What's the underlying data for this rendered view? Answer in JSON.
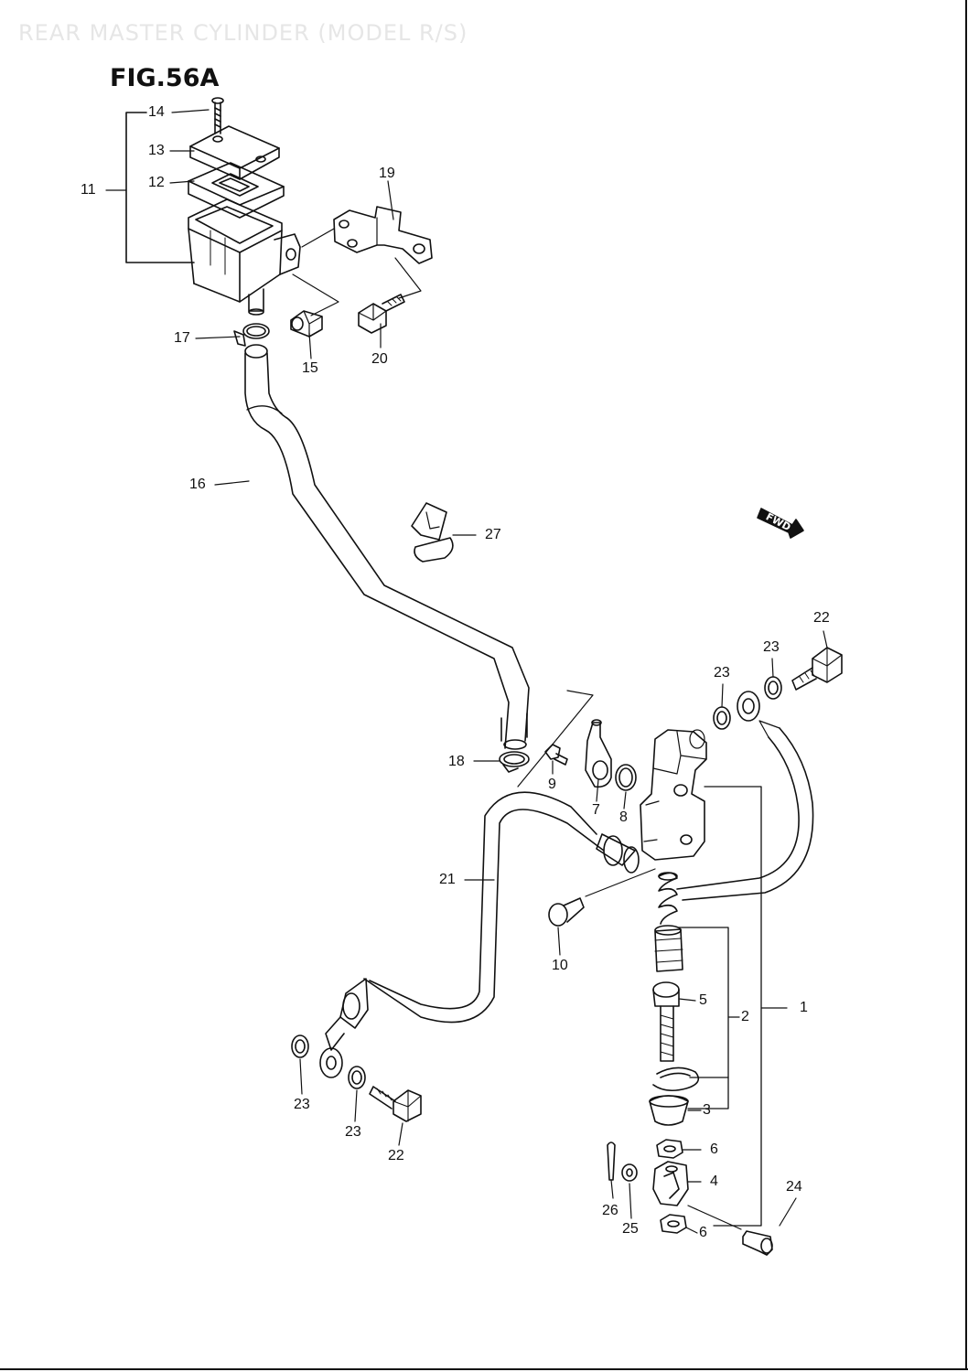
{
  "header": {
    "faded_title": "REAR MASTER CYLINDER (MODEL R/S)",
    "figure_label": "FIG.56A"
  },
  "orientation": {
    "fwd_label": "FWD"
  },
  "callouts": {
    "c1": "1",
    "c2": "2",
    "c3": "3",
    "c4": "4",
    "c5": "5",
    "c6a": "6",
    "c6b": "6",
    "c7": "7",
    "c8": "8",
    "c9": "9",
    "c10": "10",
    "c11": "11",
    "c12": "12",
    "c13": "13",
    "c14": "14",
    "c15": "15",
    "c16": "16",
    "c17": "17",
    "c18": "18",
    "c19": "19",
    "c20": "20",
    "c21": "21",
    "c22a": "22",
    "c22b": "22",
    "c23a": "23",
    "c23b": "23",
    "c23c": "23",
    "c23d": "23",
    "c24": "24",
    "c25": "25",
    "c26": "26",
    "c27": "27"
  }
}
